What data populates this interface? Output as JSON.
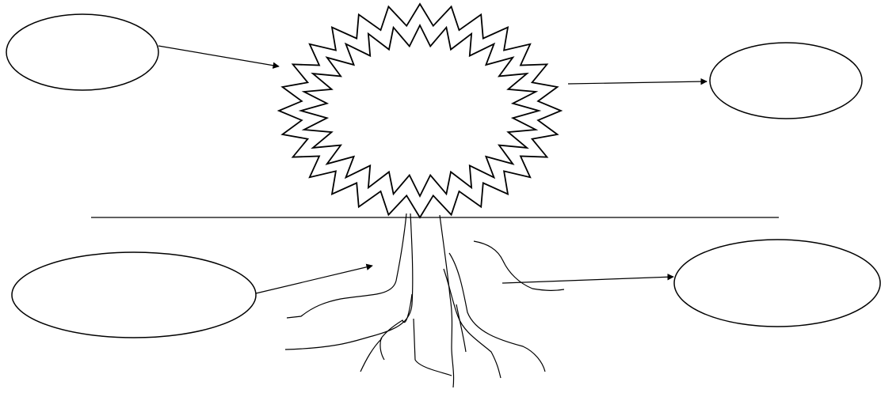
{
  "diagram": {
    "stroke_color": "#000000",
    "background_color": "#ffffff",
    "ovals": [
      {
        "id": "top-left",
        "label": ""
      },
      {
        "id": "top-right",
        "label": ""
      },
      {
        "id": "bottom-left",
        "label": ""
      },
      {
        "id": "bottom-right",
        "label": ""
      }
    ],
    "center_shape": "double-starburst",
    "ground_line": true,
    "roots": true
  }
}
